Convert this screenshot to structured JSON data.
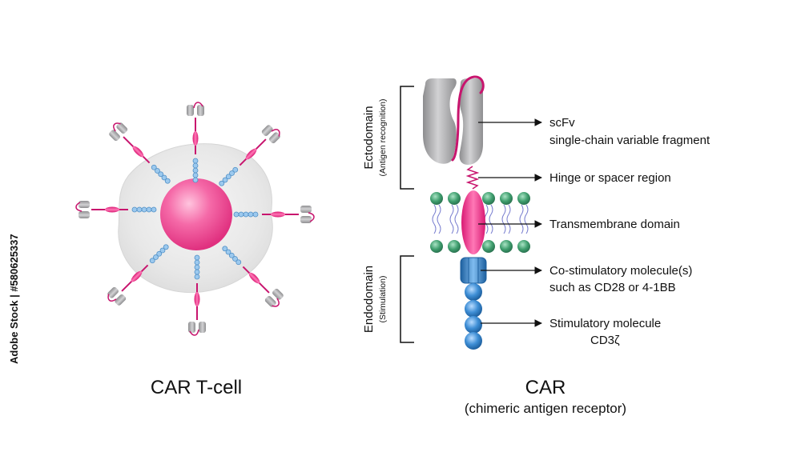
{
  "left_title": "CAR T-cell",
  "right_title": "CAR",
  "right_subtitle": "(chimeric antigen receptor)",
  "ectodomain": {
    "title": "Ectodomain",
    "subtitle": "(Antigen recognition)"
  },
  "endodomain": {
    "title": "Endodomain",
    "subtitle": "(Stimulation)"
  },
  "labels": {
    "scfv_title": "scFv",
    "scfv_desc": "single-chain variable fragment",
    "hinge": "Hinge or spacer region",
    "transmembrane": "Transmembrane domain",
    "costim_line1": "Co-stimulatory molecule(s)",
    "costim_line2": "such as CD28 or 4-1BB",
    "stim_line1": "Stimulatory molecule",
    "stim_line2": "CD3ζ"
  },
  "watermark": "Adobe Stock | #580625337",
  "colors": {
    "nucleus": "#f0529a",
    "cell": "#e6e6e6",
    "scfv": "#a9a9ab",
    "hinge": "#c8156e",
    "membrane_head": "#3f9e6e",
    "costim": "#3a86c9",
    "stim": "#3f8fd6"
  }
}
